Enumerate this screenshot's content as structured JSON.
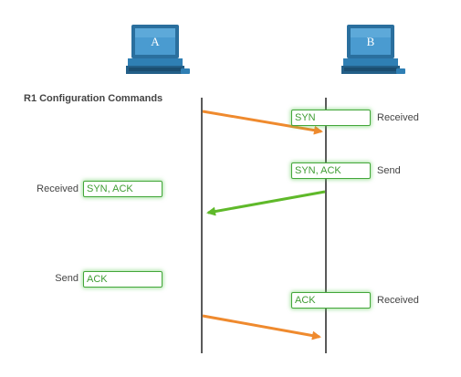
{
  "hosts": {
    "a": {
      "label": "A"
    },
    "b": {
      "label": "B"
    }
  },
  "config_title": "R1 Configuration Commands",
  "steps": [
    {
      "box": "SYN",
      "label": "Received"
    },
    {
      "box": "SYN, ACK",
      "label": "Send"
    },
    {
      "box": "SYN, ACK",
      "label": "Received"
    },
    {
      "box": "ACK",
      "label": "Send"
    },
    {
      "box": "ACK",
      "label": "Received"
    }
  ],
  "colors": {
    "arrow_orange": "#ef8a2e",
    "arrow_green": "#5fb92a",
    "box_border": "#43a63a",
    "box_text": "#3f9c33",
    "timeline": "#5a5a5a",
    "computer_body": "#2f7fb4"
  },
  "icons": {
    "host_a": "desktop-computer-icon",
    "host_b": "desktop-computer-icon"
  }
}
